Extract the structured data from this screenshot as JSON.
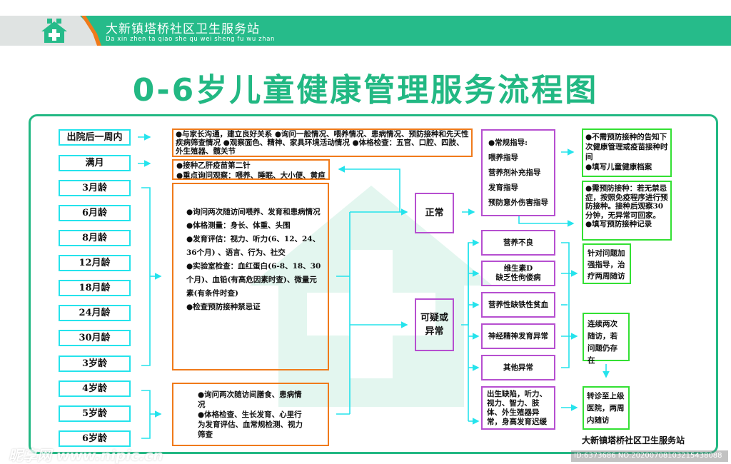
{
  "header": {
    "site_name": "大新镇塔桥社区卫生服务站",
    "site_pinyin": "Da xin zhen ta qiao she qu wei sheng fu wu zhan"
  },
  "title": "0-6岁儿童健康管理服务流程图",
  "colors": {
    "green": "#22b883",
    "orange": "#f07a1a",
    "purple": "#b64fd0",
    "cyan": "#25e3ec",
    "lime": "#33e033"
  },
  "ages": [
    "出院后一周内",
    "满月",
    "3月龄",
    "6月龄",
    "8月龄",
    "12月龄",
    "18月龄",
    "24月龄",
    "30月龄",
    "3岁龄",
    "4岁龄",
    "5岁龄",
    "6岁龄"
  ],
  "content": {
    "week": "●与家长沟通，建立良好关系 ●询问一般情况、喂养情况、患病情况、预防接种和先天性疾病筛查情况 ●观察面色、精神、家具环境活动情况 ●体格检查：五官、口腔、四肢、外生殖器、髋关节",
    "month": "●接种乙肝疫苗第二针\n●重点询问观察：喂养、睡眠、大小便、黄疸",
    "infant": [
      "●询问两次随访间喂养、发育和患病情况",
      "●体格测量：身长、体重、头围",
      "●发育评估：视力、听力(6、12、24、36个月)  、语言、行为、社交",
      "●实验室检查：血红蛋白(6-8、18、30个月)、血铅(有高危因素时查)、微量元素(有条件时查)",
      "●检查预防接种禁忌证"
    ],
    "preschool": "●询问两次随访间膳食、患病情况\n●体格检查、生长发育、心里行为发育评估、血常规检测、视力筛查"
  },
  "result": {
    "normal": "正常",
    "abnormal": "可疑或异常"
  },
  "guidance": "●常规指导:\n喂养指导\n营养剂补充指导\n发育指导\n预防意外伤害指导",
  "conditions": [
    "营养不良",
    "维生素D\n缺乏性佝偻病",
    "营养性缺铁性贫血",
    "神经精神发育异常",
    "其他异常",
    "出生缺陷，听力、视力、智力、肢体、外生殖器异常，身高发育迟缓"
  ],
  "actions": {
    "no_vaccine": "●不需预防接种的告知下次健康管理或疫苗接种时间\n●填写儿童健康档案",
    "vaccine": "●需预防接种：若无禁忌症，按照免疫程序进行预防接种。接种后观察30分钟，无异常可回家。\n●填写预防接种记录",
    "guide": "针对问题加强指导，治疗两周随访",
    "persist": "连续两次随访，若问题仍存在",
    "refer": "转诊至上级医院，两周内随访"
  },
  "footer": "大新镇塔桥社区卫生服务站",
  "watermark": {
    "site": "昵享网 www.nipic.cn",
    "id": "ID:6373686 NO:20200708103215438088"
  }
}
